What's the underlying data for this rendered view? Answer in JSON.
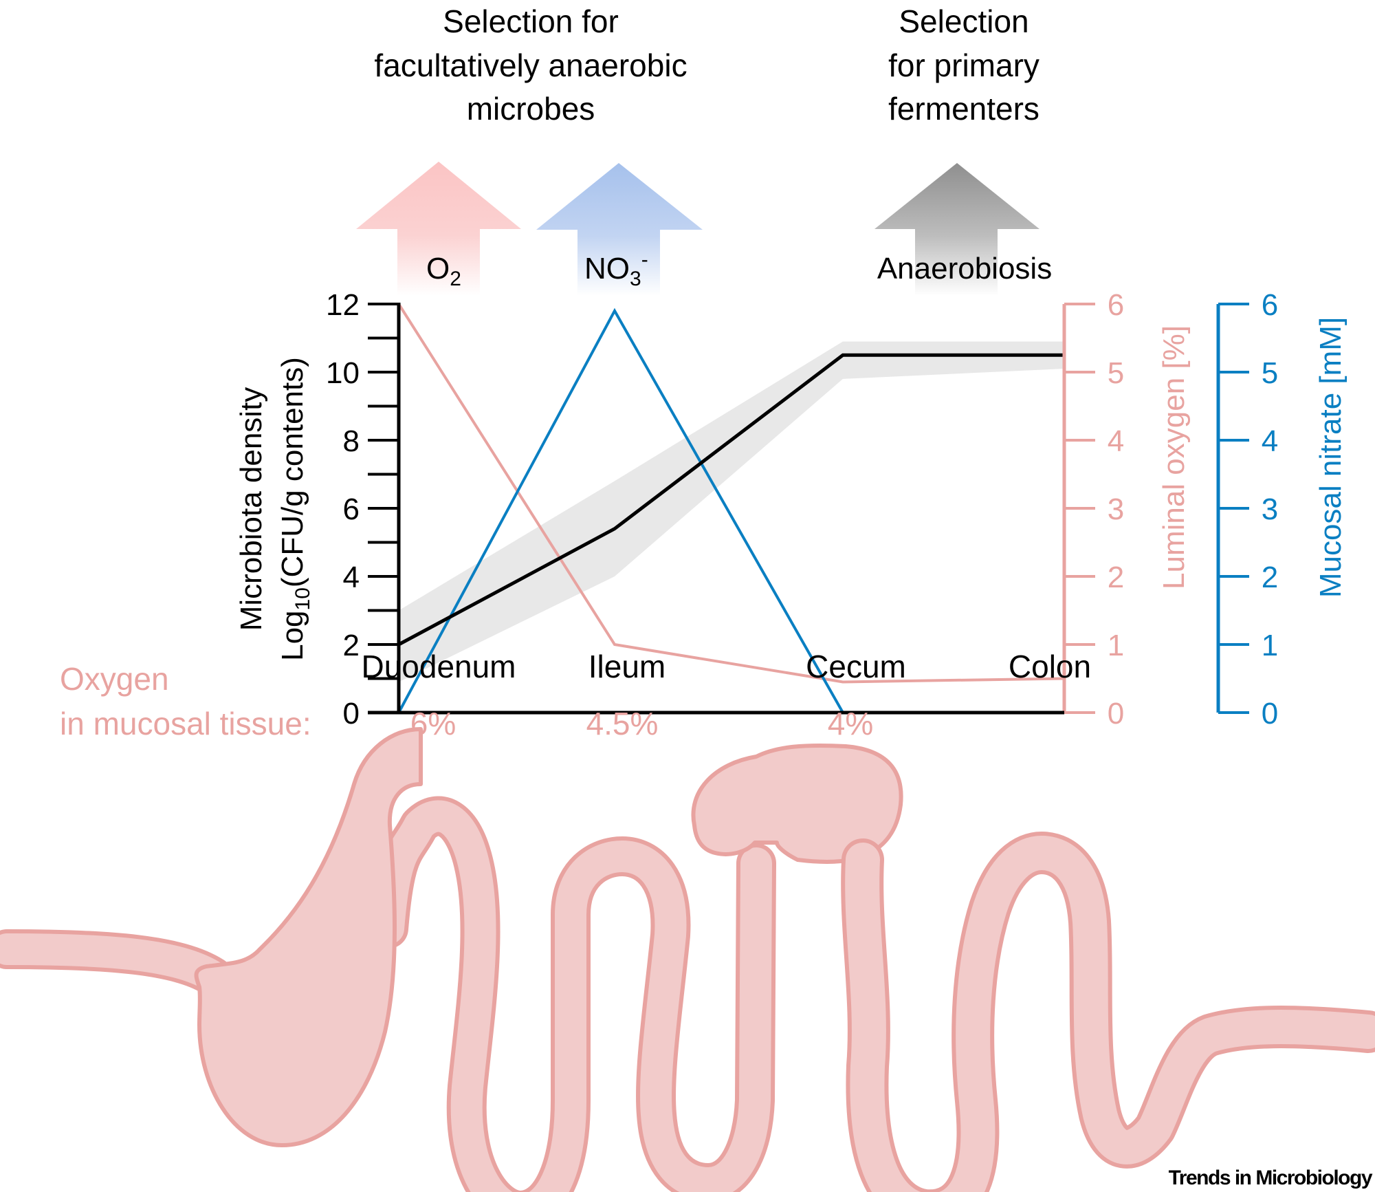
{
  "headings": {
    "left": [
      "Selection for",
      "facultatively anaerobic",
      "microbes"
    ],
    "right": [
      "Selection",
      "for primary",
      "fermenters"
    ]
  },
  "arrows": [
    {
      "label": "O",
      "sub": "2",
      "sup": "",
      "color_top": "#fbc4c4",
      "color_bottom": "#ffffff",
      "name": "oxygen"
    },
    {
      "label": "NO",
      "sub": "3",
      "sup": "-",
      "color_top": "#a6c1ec",
      "color_bottom": "#ffffff",
      "name": "nitrate"
    },
    {
      "label": "Anaerobiosis",
      "sub": "",
      "sup": "",
      "color_top": "#8f8f8f",
      "color_bottom": "#ffffff",
      "name": "anaerobiosis"
    }
  ],
  "oxygen_tissue": {
    "label_line1": "Oxygen",
    "label_line2": "in mucosal tissue:",
    "values": [
      "6%",
      "4.5%",
      "4%"
    ],
    "color": "#e8a3a0"
  },
  "footer": "Trends in Microbiology",
  "chart_data": {
    "type": "line",
    "categories": [
      "Duodenum",
      "Ileum",
      "Cecum",
      "Colon"
    ],
    "x_positions": [
      0,
      1,
      2,
      3
    ],
    "axes": {
      "left": {
        "label_line1": "Microbiota density",
        "label_line2_pre": "Log",
        "label_line2_sub": "10",
        "label_line2_post": "(CFU/g contents)",
        "ylim": [
          0,
          12
        ],
        "ticks": [
          0,
          2,
          4,
          6,
          8,
          10,
          12
        ],
        "minor_step": 1,
        "color": "#000000"
      },
      "right1": {
        "label": "Luminal oxygen [%]",
        "ylim": [
          0,
          6
        ],
        "ticks": [
          0,
          1,
          2,
          3,
          4,
          5,
          6
        ],
        "color": "#e8a3a0"
      },
      "right2": {
        "label": "Mucosal nitrate [mM]",
        "ylim": [
          0,
          6
        ],
        "ticks": [
          0,
          1,
          2,
          3,
          4,
          5,
          6
        ],
        "color": "#0a7fc2"
      }
    },
    "series": [
      {
        "name": "Microbiota density",
        "axis": "left",
        "color": "#000000",
        "x": [
          0,
          1,
          2,
          3
        ],
        "values": [
          2.0,
          5.4,
          10.5,
          10.5
        ],
        "band_upper": [
          3.0,
          6.8,
          10.9,
          10.9
        ],
        "band_lower": [
          0.9,
          4.0,
          9.8,
          10.1
        ],
        "band_color": "#e8e8e8"
      },
      {
        "name": "Luminal oxygen",
        "axis": "right1",
        "color": "#e8a3a0",
        "x": [
          0,
          1,
          2,
          3
        ],
        "values": [
          6.0,
          1.0,
          0.45,
          0.5
        ]
      },
      {
        "name": "Mucosal nitrate",
        "axis": "right2",
        "color": "#0a7fc2",
        "x": [
          0,
          1,
          2
        ],
        "values": [
          0,
          5.9,
          0
        ]
      }
    ],
    "grid": false,
    "title": ""
  },
  "gut_colors": {
    "fill": "#f2cbca",
    "stroke": "#e8a3a0"
  }
}
